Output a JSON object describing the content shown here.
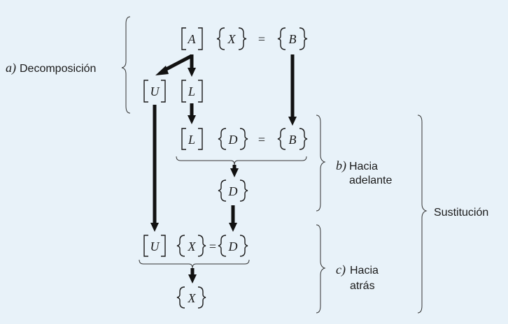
{
  "matrices": {
    "A": "A",
    "X": "X",
    "B": "B",
    "U": "U",
    "L": "L",
    "D": "D"
  },
  "equals": "=",
  "labels": {
    "a_prefix": "a)",
    "a_text": "Decomposición",
    "b_prefix": "b)",
    "b_line1": "Hacia",
    "b_line2": "adelante",
    "c_prefix": "c)",
    "c_line1": "Hacia",
    "c_line2": "atrás",
    "substitution": "Sustitución"
  },
  "colors": {
    "background": "#e8f2f9",
    "ink": "#1a1a1a"
  }
}
